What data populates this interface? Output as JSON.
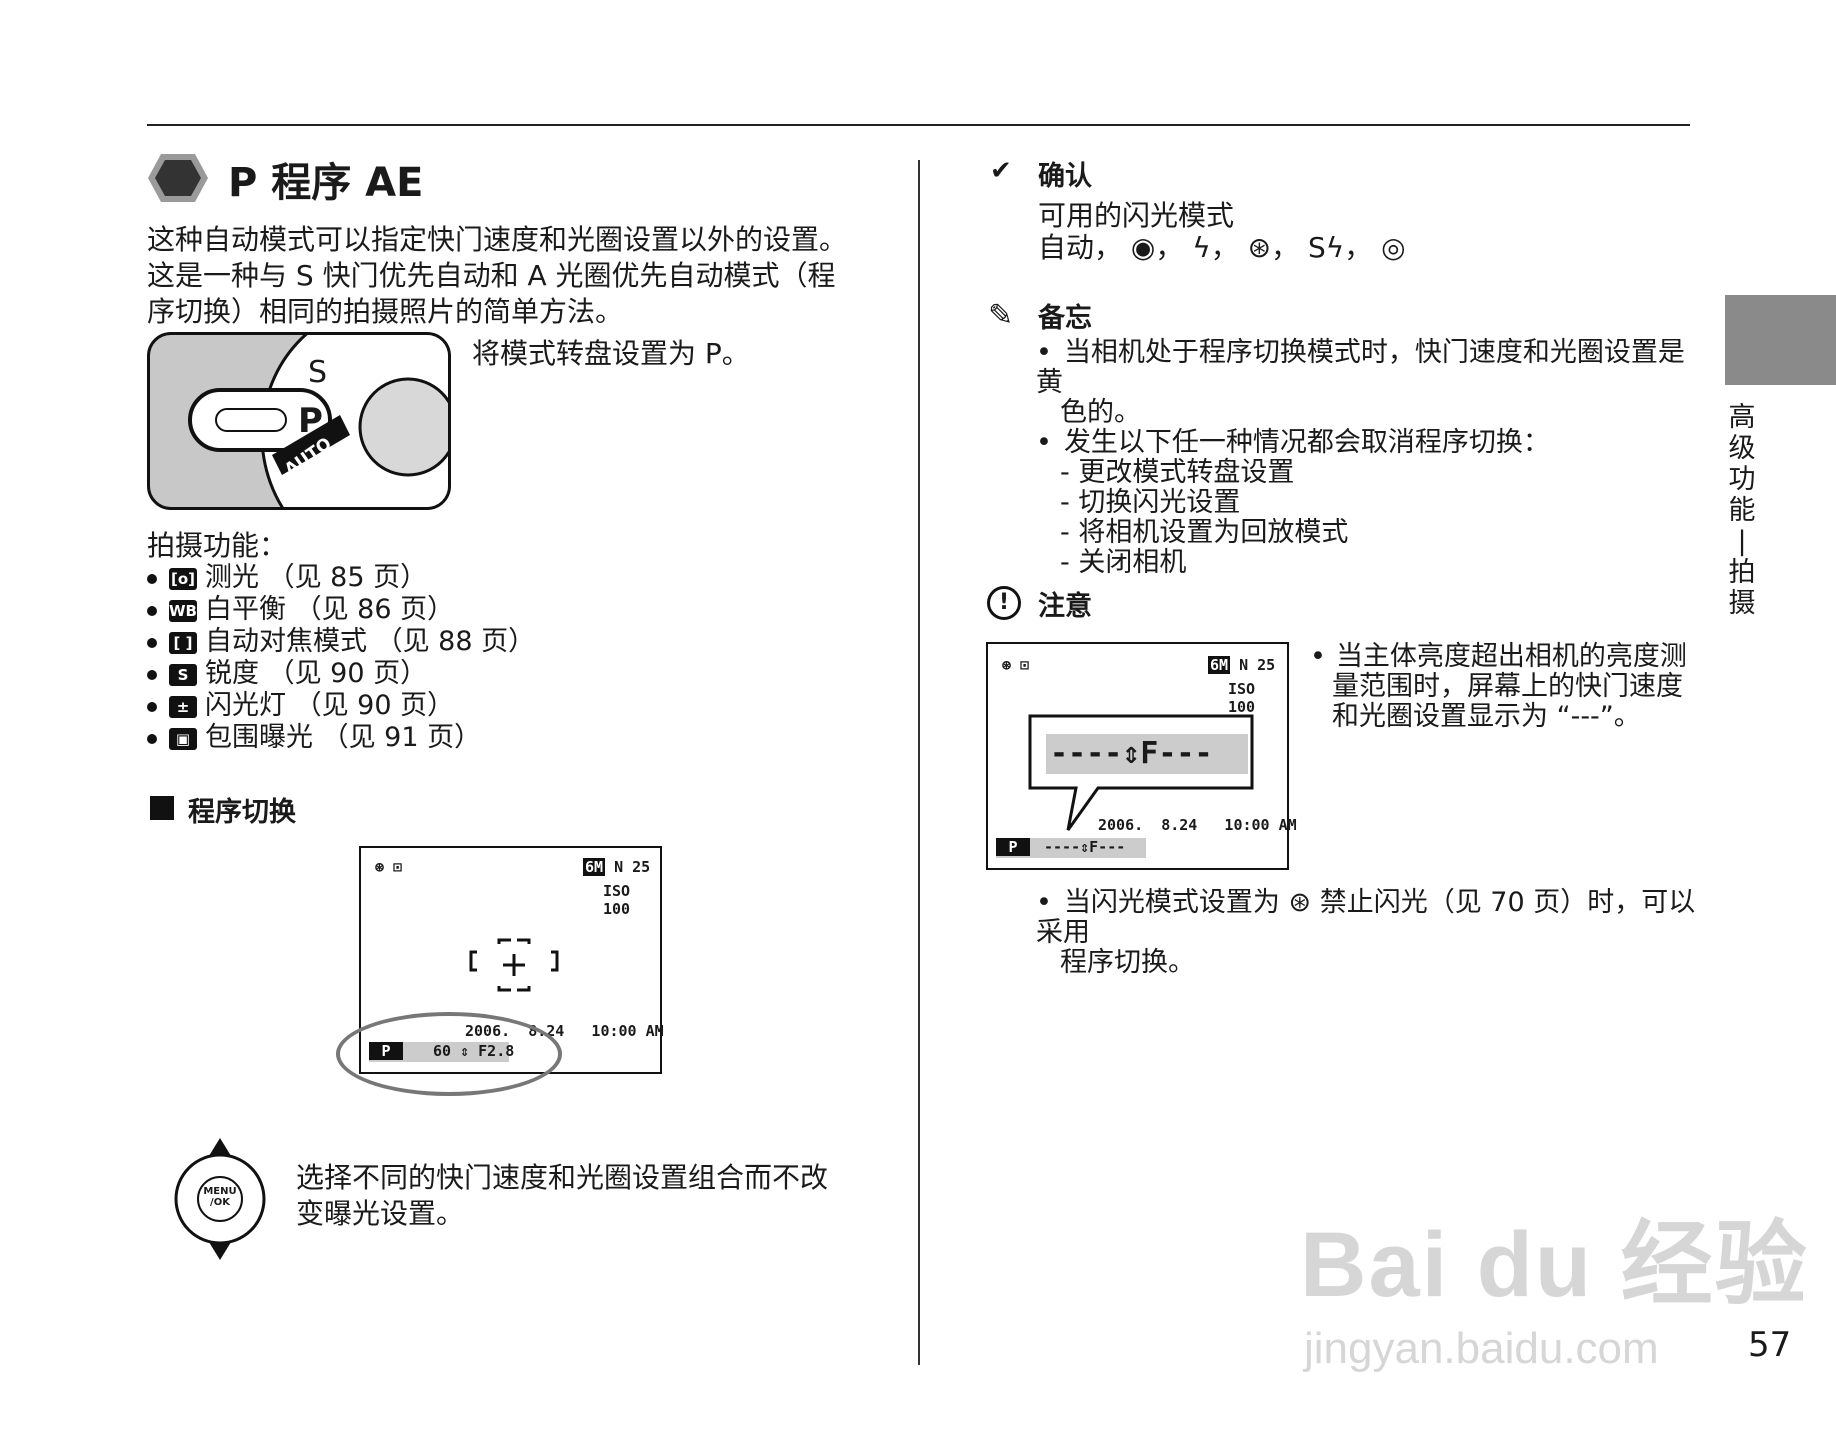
{
  "title": "P 程序 AE",
  "intro": [
    "这种自动模式可以指定快门速度和光圈设置以外的设置。",
    "这是一种与 S 快门优先自动和 A 光圈优先自动模式（程",
    "序切换）相同的拍摄照片的简单方法。"
  ],
  "dial": {
    "caption": "将模式转盘设置为 P。",
    "p_label": "P",
    "s_label": "S",
    "auto_label": "AUTO"
  },
  "functions": {
    "heading": "拍摄功能：",
    "items": [
      {
        "icon": "[o]",
        "text": "测光 （见 85 页）"
      },
      {
        "icon": "WB",
        "text": "白平衡 （见 86 页）"
      },
      {
        "icon": "[ ]",
        "text": "自动对焦模式 （见 88 页）"
      },
      {
        "icon": "S",
        "text": "锐度 （见 90 页）"
      },
      {
        "icon": "±",
        "text": "闪光灯 （见 90 页）"
      },
      {
        "icon": "▣",
        "text": "包围曝光 （见 91 页）"
      }
    ]
  },
  "program_shift": {
    "heading": "程序切换",
    "lcd": {
      "size": "6M",
      "quality": "N 25",
      "iso": "ISO 100",
      "date": "2006.  8.24   10:00 AM",
      "mode": "P",
      "values": "60 ⇕ F2.8"
    },
    "control_caption": [
      "选择不同的快门速度和光圈设置组合而不改",
      "变曝光设置。"
    ],
    "control_labels": {
      "menu": "MENU",
      "ok": "/OK"
    }
  },
  "confirm": {
    "heading": "确认",
    "line1": "可用的闪光模式",
    "line2": "自动，"
  },
  "memo": {
    "heading": "备忘",
    "bullets": [
      "当相机处于程序切换模式时，快门速度和光圈设置是黄",
      "色的。",
      "发生以下任一种情况都会取消程序切换："
    ],
    "dashes": [
      "- 更改模式转盘设置",
      "- 切换闪光设置",
      "- 将相机设置为回放模式",
      "- 关闭相机"
    ]
  },
  "caution": {
    "heading": "注意",
    "lcd": {
      "size": "6M",
      "quality": "N 25",
      "iso": "ISO 100",
      "big": "----⇕F---",
      "date": "2006.  8.24   10:00 AM",
      "mode": "P",
      "values": "----⇕F---"
    },
    "side": [
      "当主体亮度超出相机的亮度测",
      "量范围时，屏幕上的快门速度",
      "和光圈设置显示为 “---”。"
    ],
    "note": [
      "当闪光模式设置为 ⊛ 禁止闪光（见 70 页）时，可以采用",
      "程序切换。"
    ]
  },
  "sidebar": {
    "label": [
      "高",
      "级",
      "功",
      "能",
      "|",
      "拍",
      "摄"
    ]
  },
  "page_number": "57",
  "watermark": {
    "logo": "Bai du 经验",
    "url": "jingyan.baidu.com"
  }
}
